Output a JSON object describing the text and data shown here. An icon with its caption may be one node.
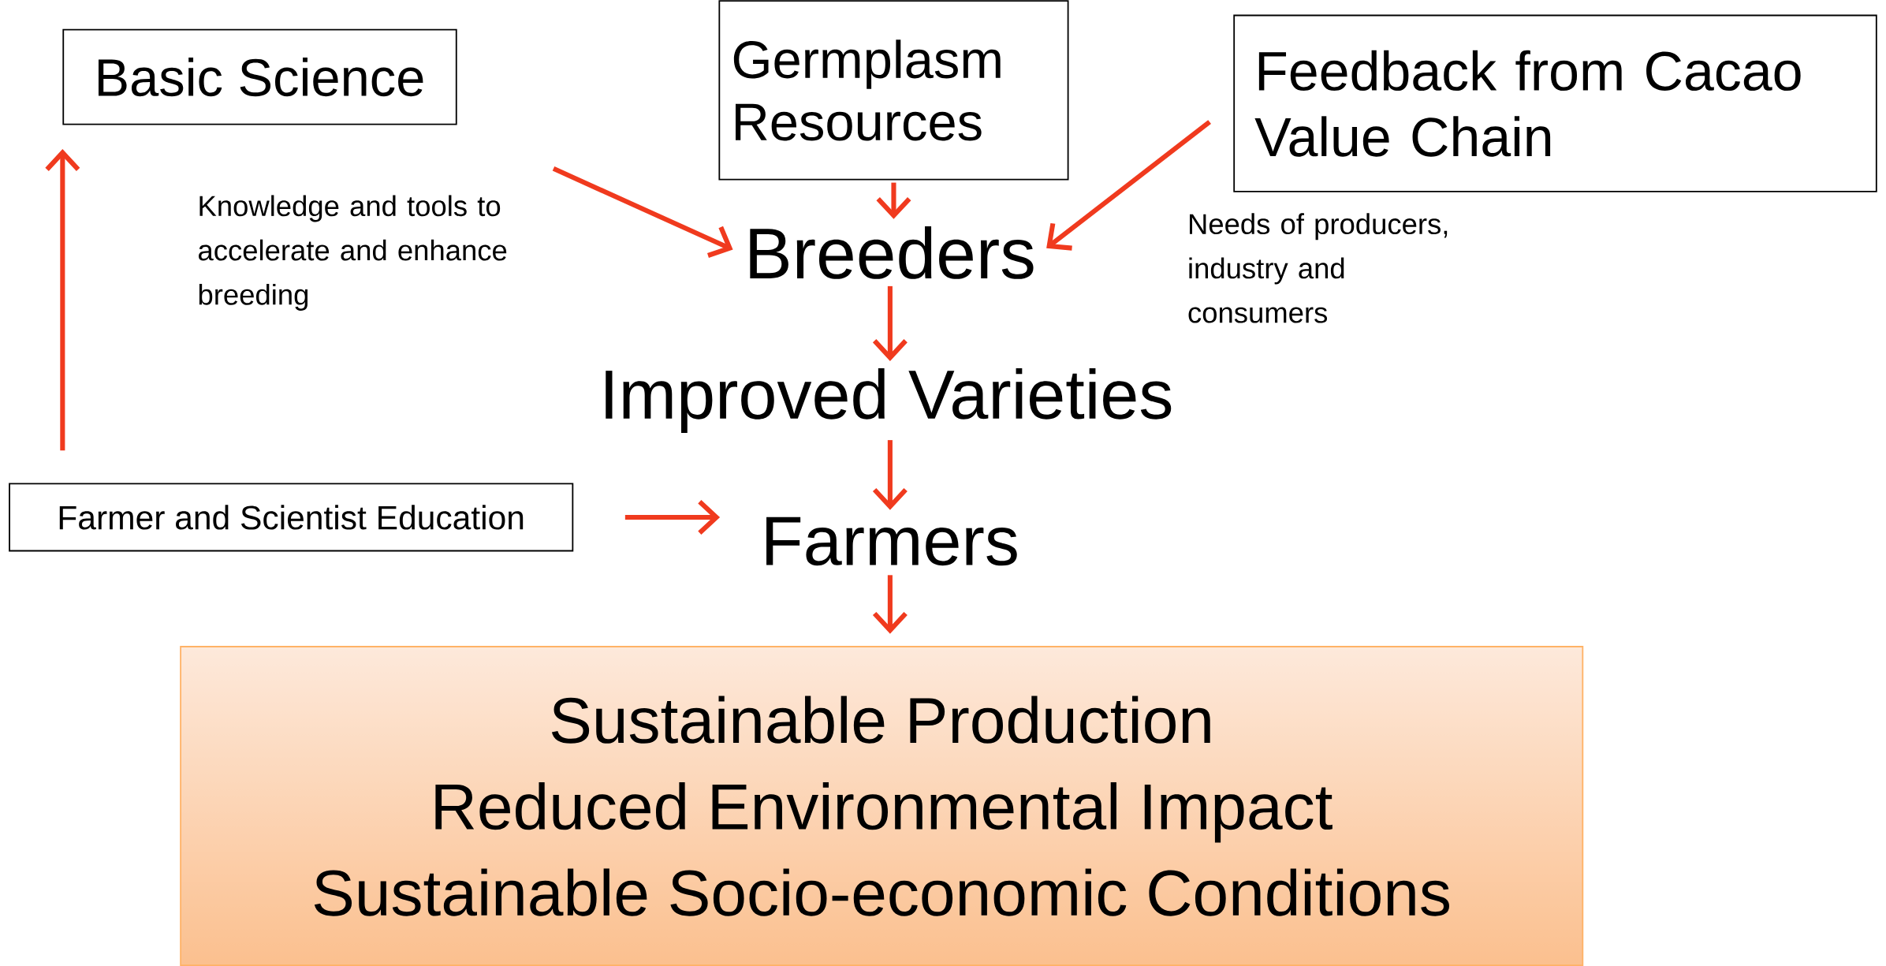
{
  "diagram": {
    "nodes": [
      {
        "text": [
          "Basic Science"
        ]
      },
      {
        "text": [
          "Germplasm Resources"
        ]
      },
      {
        "text": [
          "Feedback from Cacao Value Chain"
        ]
      },
      {
        "text": [
          "Breeders"
        ]
      },
      {
        "text": [
          "Improved Varieties"
        ]
      },
      {
        "text": [
          "Farmers"
        ]
      },
      {
        "text": [
          "Farmer and Scientist Education"
        ]
      },
      {
        "text": [
          "Sustainable Production",
          "Reduced Environmental Impact",
          "Sustainable Socio-economic Conditions"
        ]
      }
    ],
    "edges": [
      {
        "from": 0,
        "to": 3,
        "arrow": "to",
        "label": "Knowledge and tools to accelerate and enhance breeding"
      },
      {
        "from": 1,
        "to": 3,
        "arrow": "to"
      },
      {
        "from": 2,
        "to": 3,
        "arrow": "to",
        "label": "Needs of producers, industry and consumers"
      },
      {
        "from": 3,
        "to": 4,
        "arrow": "to"
      },
      {
        "from": 4,
        "to": 5,
        "arrow": "to"
      },
      {
        "from": 6,
        "to": 5,
        "arrow": "to"
      },
      {
        "from": 6,
        "to": 0,
        "arrow": "to"
      },
      {
        "from": 5,
        "to": 7,
        "arrow": "to"
      }
    ]
  }
}
